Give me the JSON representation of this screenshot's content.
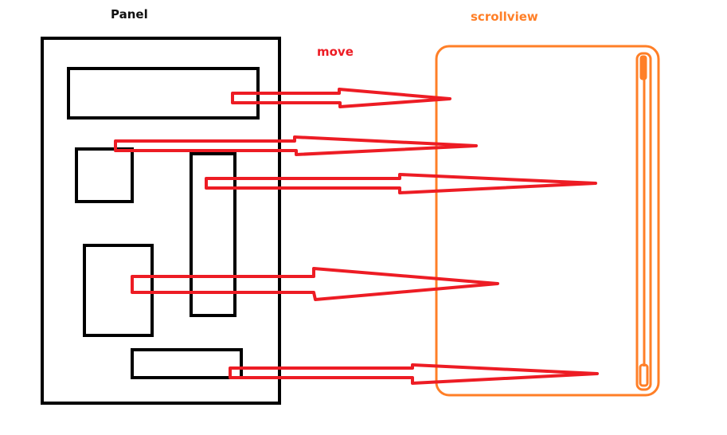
{
  "labels": {
    "panel": "Panel",
    "move": "move",
    "scrollview": "scrollview"
  },
  "colors": {
    "panel_stroke": "#000000",
    "arrow": "#ED1C24",
    "scrollview": "#FF7F27",
    "panel_label": "#111111"
  },
  "panel": {
    "child_boxes": [
      {
        "id": "wide-top-box"
      },
      {
        "id": "small-square-box"
      },
      {
        "id": "tall-box"
      },
      {
        "id": "medium-box"
      },
      {
        "id": "bottom-wide-box"
      }
    ]
  },
  "arrows": [
    {
      "from": "wide-top-box",
      "to": "scrollview"
    },
    {
      "from": "small-square-box",
      "to": "scrollview"
    },
    {
      "from": "tall-box",
      "to": "scrollview"
    },
    {
      "from": "medium-box",
      "to": "scrollview"
    },
    {
      "from": "bottom-wide-box",
      "to": "scrollview"
    }
  ]
}
